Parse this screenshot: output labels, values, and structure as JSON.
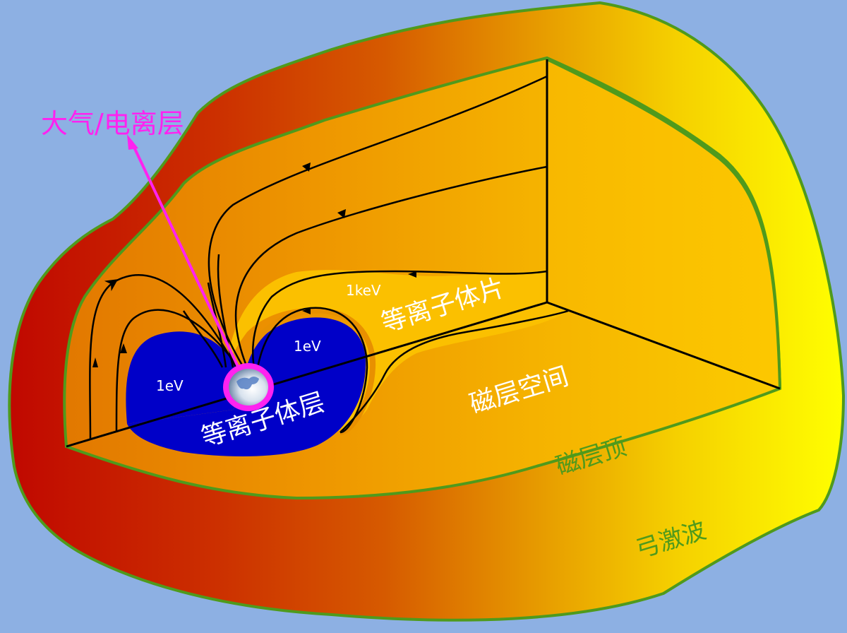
{
  "diagram": {
    "type": "magnetosphere-cutaway",
    "colors": {
      "background": "#8db0e3",
      "boundary_stroke": "#4f9a1c",
      "sheath_gradient": [
        "#c00800",
        "#d55000",
        "#f0a800",
        "#f5e400",
        "#ffff00"
      ],
      "magnetosphere_gradient": [
        "#e07a00",
        "#f09a00",
        "#f5b400",
        "#f8c800"
      ],
      "plasma_sheet": "#fbc000",
      "plasmasphere": "#0000c8",
      "field_line": "#000000",
      "ionosphere_ring": "#ff22f0",
      "label_white": "#ffffff",
      "label_green": "#4f9a1c",
      "label_magenta": "#ff22f0"
    },
    "labels": {
      "atmosphere_ionosphere": "大气/电离层",
      "plasmasphere": "等离子体层",
      "plasma_sheet": "等离子体片",
      "magnetosphere_space": "磁层空间",
      "magnetopause": "磁层顶",
      "bow_shock": "弓激波",
      "energy_1kev": "1keV",
      "energy_1ev_left": "1eV",
      "energy_1ev_right": "1eV"
    },
    "regions": [
      {
        "name": "bow-shock",
        "label": "弓激波"
      },
      {
        "name": "magnetopause",
        "label": "磁层顶"
      },
      {
        "name": "magnetosphere-space",
        "label": "磁层空间"
      },
      {
        "name": "plasma-sheet",
        "label": "等离子体片",
        "energy": "1keV"
      },
      {
        "name": "plasmasphere",
        "label": "等离子体层",
        "energy": "1eV"
      },
      {
        "name": "atmosphere-ionosphere",
        "label": "大气/电离层"
      }
    ]
  }
}
